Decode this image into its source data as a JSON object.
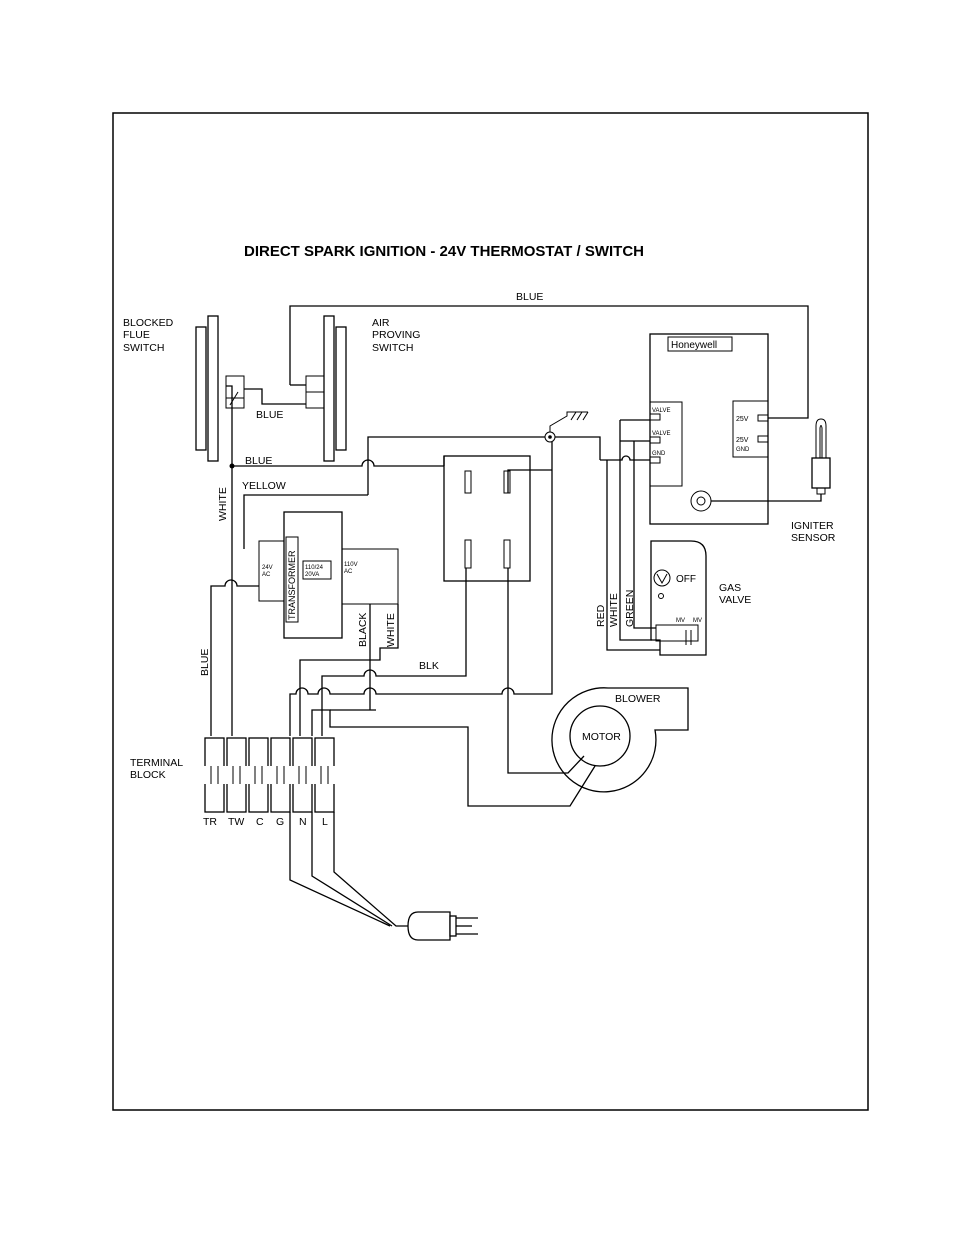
{
  "title": "DIRECT SPARK IGNITION - 24V THERMOSTAT / SWITCH",
  "labels": {
    "blocked_flue_switch": [
      "BLOCKED",
      "FLUE",
      "SWITCH"
    ],
    "air_proving_switch": [
      "AIR",
      "PROVING",
      "SWITCH"
    ],
    "honeywell": "Honeywell",
    "valve1": "VALVE",
    "valve2": "VALVE",
    "gnd": "GND",
    "v25a": "25V",
    "v25b": "25V",
    "gnd2": "GND",
    "igniter_sensor": [
      "IGNITER",
      "SENSOR"
    ],
    "gas_valve": [
      "GAS",
      "VALVE"
    ],
    "off": "OFF",
    "mv1": "MV",
    "mv2": "MV",
    "transformer": "TRANSFORMER",
    "ac24": [
      "24V",
      "AC"
    ],
    "ac110": [
      "110V",
      "AC"
    ],
    "rating": [
      "110/24",
      "20VA"
    ],
    "blower": "BLOWER",
    "motor": "MOTOR",
    "terminal_block": [
      "TERMINAL",
      "BLOCK"
    ],
    "terminals": [
      "TR",
      "TW",
      "C",
      "G",
      "N",
      "L"
    ]
  },
  "wire_labels": {
    "blue_top": "BLUE",
    "blue_switches": "BLUE",
    "blue_mid": "BLUE",
    "yellow": "YELLOW",
    "white_left": "WHITE",
    "blue_left": "BLUE",
    "black": "BLACK",
    "white_tx": "WHITE",
    "blk": "BLK",
    "red": "RED",
    "white_gv": "WHITE",
    "green": "GREEN"
  }
}
